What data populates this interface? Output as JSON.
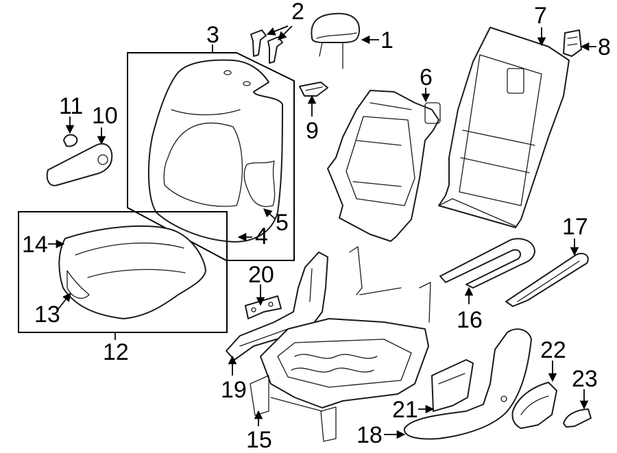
{
  "diagram": {
    "kind": "exploded-parts-view",
    "subject": "rear seat assembly",
    "colors": {
      "line": "#1a1a1a",
      "fill": "#ffffff",
      "background": "#ffffff"
    },
    "callouts": [
      {
        "id": "c1",
        "label": "1"
      },
      {
        "id": "c2",
        "label": "2"
      },
      {
        "id": "c3",
        "label": "3"
      },
      {
        "id": "c4",
        "label": "4"
      },
      {
        "id": "c5",
        "label": "5"
      },
      {
        "id": "c6",
        "label": "6"
      },
      {
        "id": "c7",
        "label": "7"
      },
      {
        "id": "c8",
        "label": "8"
      },
      {
        "id": "c9",
        "label": "9"
      },
      {
        "id": "c10",
        "label": "10"
      },
      {
        "id": "c11",
        "label": "11"
      },
      {
        "id": "c12",
        "label": "12"
      },
      {
        "id": "c13",
        "label": "13"
      },
      {
        "id": "c14",
        "label": "14"
      },
      {
        "id": "c15",
        "label": "15"
      },
      {
        "id": "c16",
        "label": "16"
      },
      {
        "id": "c17",
        "label": "17"
      },
      {
        "id": "c18",
        "label": "18"
      },
      {
        "id": "c19",
        "label": "19"
      },
      {
        "id": "c20",
        "label": "20"
      },
      {
        "id": "c21",
        "label": "21"
      },
      {
        "id": "c22",
        "label": "22"
      },
      {
        "id": "c23",
        "label": "23"
      }
    ]
  }
}
